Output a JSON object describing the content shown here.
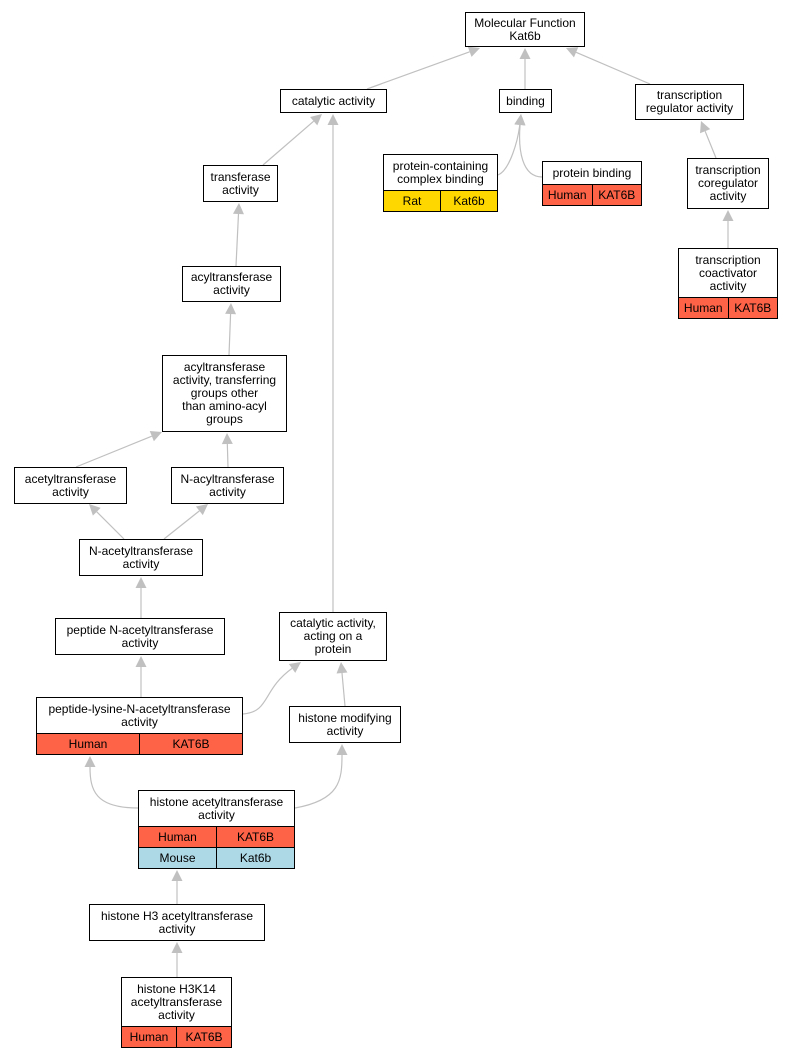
{
  "colors": {
    "human": "#ff6347",
    "mouse": "#add8e6",
    "rat": "#ffd700",
    "edge": "#c0c0c0"
  },
  "nodes": {
    "mf": {
      "label": "Molecular Function\nKat6b"
    },
    "cat": {
      "label": "catalytic activity"
    },
    "bind": {
      "label": "binding"
    },
    "trr": {
      "label": "transcription\nregulator activity"
    },
    "tra": {
      "label": "transferase\nactivity"
    },
    "pcb": {
      "label": "protein-containing\ncomplex binding",
      "rows": [
        {
          "species": "Rat",
          "gene": "Kat6b",
          "color": "rat"
        }
      ]
    },
    "pb": {
      "label": "protein binding",
      "rows": [
        {
          "species": "Human",
          "gene": "KAT6B",
          "color": "human"
        }
      ]
    },
    "tcr": {
      "label": "transcription\ncoregulator\nactivity"
    },
    "tca": {
      "label": "transcription\ncoactivator\nactivity",
      "rows": [
        {
          "species": "Human",
          "gene": "KAT6B",
          "color": "human"
        }
      ]
    },
    "acyl": {
      "label": "acyltransferase\nactivity"
    },
    "acyo": {
      "label": "acyltransferase\nactivity, transferring\ngroups other\nthan amino-acyl\ngroups"
    },
    "acet": {
      "label": "acetyltransferase\nactivity"
    },
    "nacy": {
      "label": "N-acyltransferase\nactivity"
    },
    "nace": {
      "label": "N-acetyltransferase\nactivity"
    },
    "pna": {
      "label": "peptide N-acetyltransferase\nactivity"
    },
    "cap": {
      "label": "catalytic activity,\nacting on a\nprotein"
    },
    "plna": {
      "label": "peptide-lysine-N-acetyltransferase\nactivity",
      "rows": [
        {
          "species": "Human",
          "gene": "KAT6B",
          "color": "human"
        }
      ]
    },
    "hmod": {
      "label": "histone modifying\nactivity"
    },
    "hat": {
      "label": "histone acetyltransferase\nactivity",
      "rows": [
        {
          "species": "Human",
          "gene": "KAT6B",
          "color": "human"
        },
        {
          "species": "Mouse",
          "gene": "Kat6b",
          "color": "mouse"
        }
      ]
    },
    "h3": {
      "label": "histone H3 acetyltransferase\nactivity"
    },
    "h3k14": {
      "label": "histone H3K14\nacetyltransferase\nactivity",
      "rows": [
        {
          "species": "Human",
          "gene": "KAT6B",
          "color": "human"
        }
      ]
    }
  },
  "edges": [
    {
      "from": "cat",
      "to": "mf"
    },
    {
      "from": "bind",
      "to": "mf"
    },
    {
      "from": "trr",
      "to": "mf"
    },
    {
      "from": "tra",
      "to": "cat"
    },
    {
      "from": "pcb",
      "to": "bind"
    },
    {
      "from": "pb",
      "to": "bind"
    },
    {
      "from": "tcr",
      "to": "trr"
    },
    {
      "from": "tca",
      "to": "tcr"
    },
    {
      "from": "acyl",
      "to": "tra"
    },
    {
      "from": "acyo",
      "to": "acyl"
    },
    {
      "from": "acet",
      "to": "acyo"
    },
    {
      "from": "nacy",
      "to": "acyo"
    },
    {
      "from": "nace",
      "to": "acet"
    },
    {
      "from": "nace",
      "to": "nacy"
    },
    {
      "from": "pna",
      "to": "nace"
    },
    {
      "from": "cap",
      "to": "cat"
    },
    {
      "from": "plna",
      "to": "pna"
    },
    {
      "from": "plna",
      "to": "cap"
    },
    {
      "from": "hmod",
      "to": "cap"
    },
    {
      "from": "hat",
      "to": "plna"
    },
    {
      "from": "hat",
      "to": "hmod"
    },
    {
      "from": "h3",
      "to": "hat"
    },
    {
      "from": "h3k14",
      "to": "h3"
    }
  ]
}
